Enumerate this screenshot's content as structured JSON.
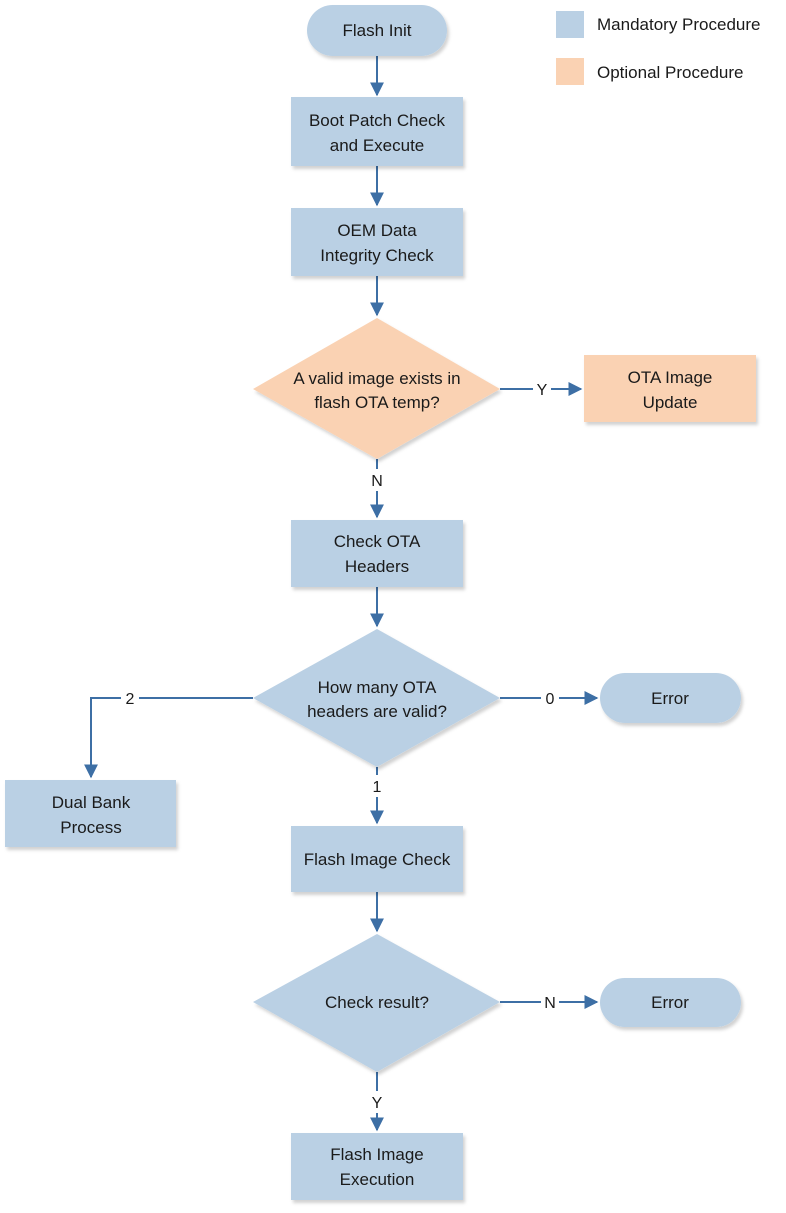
{
  "colors": {
    "mandatory": "#bad0e4",
    "optional": "#fad2b3",
    "arrow": "#3d6fa5"
  },
  "legend": {
    "mandatory_label": "Mandatory Procedure",
    "optional_label": "Optional Procedure"
  },
  "nodes": {
    "flash_init": "Flash Init",
    "boot_patch": [
      "Boot Patch Check",
      "and Execute"
    ],
    "oem_check": [
      "OEM Data",
      "Integrity Check"
    ],
    "valid_image": [
      "A valid image exists in",
      "flash OTA temp?"
    ],
    "ota_update": [
      "OTA Image",
      "Update"
    ],
    "check_headers": [
      "Check OTA",
      "Headers"
    ],
    "how_many": [
      "How many OTA",
      "headers are valid?"
    ],
    "error_1": "Error",
    "dual_bank": [
      "Dual Bank",
      "Process"
    ],
    "flash_check": "Flash Image Check",
    "check_result": "Check result?",
    "error_2": "Error",
    "flash_exec": [
      "Flash Image",
      "Execution"
    ]
  },
  "edges": {
    "yes_ota": "Y",
    "no_ota": "N",
    "headers_two": "2",
    "headers_zero": "0",
    "headers_one": "1",
    "result_no": "N",
    "result_yes": "Y"
  }
}
